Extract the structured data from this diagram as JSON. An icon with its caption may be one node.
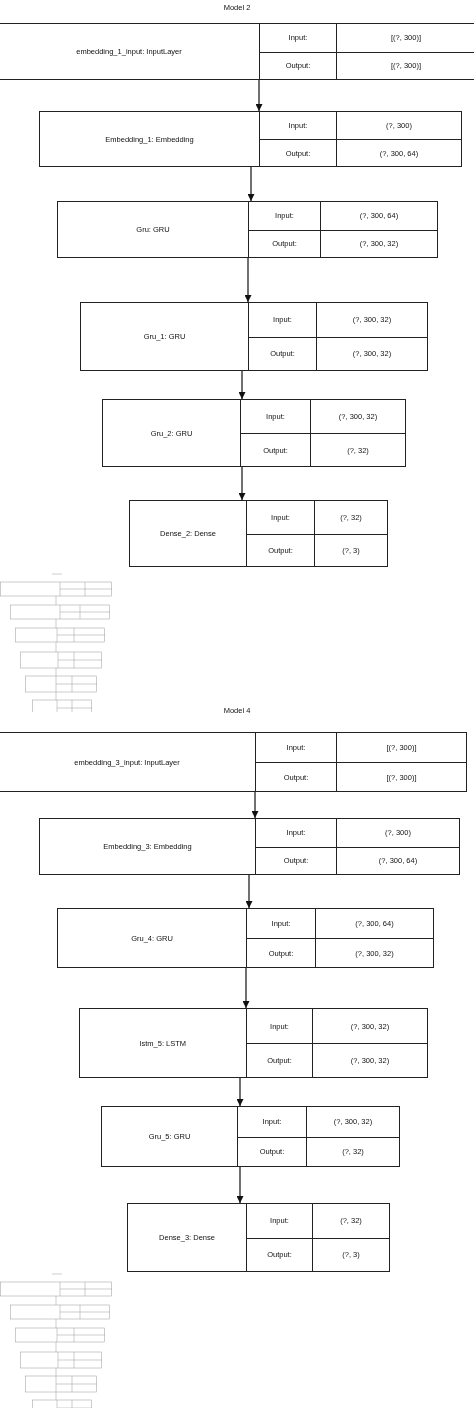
{
  "diagram": {
    "nodes": [
      {
        "text": [
          "embedding_1_input: InputLayer",
          "Input:",
          "[(?, 300)]",
          "Output:",
          "[(?, 300)]"
        ]
      },
      {
        "text": [
          "Embedding_1: Embedding",
          "Input:",
          "(?, 300)",
          "Output:",
          "(?, 300, 64)"
        ]
      },
      {
        "text": [
          "Gru: GRU",
          "Input:",
          "(?, 300, 64)",
          "Output:",
          "(?, 300, 32)"
        ]
      },
      {
        "text": [
          "Gru_1: GRU",
          "Input:",
          "(?, 300, 32)",
          "Output:",
          "(?, 300, 32)"
        ]
      },
      {
        "text": [
          "Gru_2: GRU",
          "Input:",
          "(?, 300, 32)",
          "Output:",
          "(?, 32)"
        ]
      },
      {
        "text": [
          "Dense_2: Dense",
          "Input:",
          "(?, 32)",
          "Output:",
          "(?, 3)"
        ]
      },
      {
        "text": [
          "embedding_3_input: InputLayer",
          "Input:",
          "[(?, 300)]",
          "Output:",
          "[(?, 300)]"
        ]
      },
      {
        "text": [
          "Embedding_3: Embedding",
          "Input:",
          "(?, 300)",
          "Output:",
          "(?, 300, 64)"
        ]
      },
      {
        "text": [
          "Gru_4: GRU",
          "Input:",
          "(?, 300, 64)",
          "Output:",
          "(?, 300, 32)"
        ]
      },
      {
        "text": [
          "lstm_5: LSTM",
          "Input:",
          "(?, 300, 32)",
          "Output:",
          "(?, 300, 32)"
        ]
      },
      {
        "text": [
          "Gru_5: GRU",
          "Input:",
          "(?, 300, 32)",
          "Output:",
          "(?, 32)"
        ]
      },
      {
        "text": [
          "Dense_3: Dense",
          "Input:",
          "(?, 32)",
          "Output:",
          "(?, 3)"
        ]
      }
    ],
    "edges": [
      {
        "from": 0,
        "to": 1,
        "arrow": "to"
      },
      {
        "from": 1,
        "to": 2,
        "arrow": "to"
      },
      {
        "from": 2,
        "to": 3,
        "arrow": "to"
      },
      {
        "from": 3,
        "to": 4,
        "arrow": "to"
      },
      {
        "from": 4,
        "to": 5,
        "arrow": "to"
      },
      {
        "from": 6,
        "to": 7,
        "arrow": "to"
      },
      {
        "from": 7,
        "to": 8,
        "arrow": "to"
      },
      {
        "from": 8,
        "to": 9,
        "arrow": "to"
      },
      {
        "from": 9,
        "to": 10,
        "arrow": "to"
      },
      {
        "from": 10,
        "to": 11,
        "arrow": "to"
      }
    ],
    "labels": [
      "Model 2",
      "Model 4"
    ]
  }
}
